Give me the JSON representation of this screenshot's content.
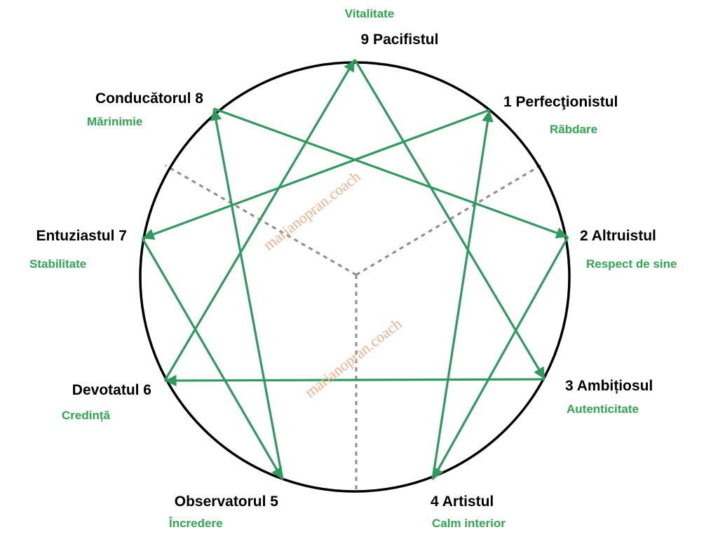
{
  "colors": {
    "arrow": "#2e9a5e",
    "virtue_text": "#2fa84f",
    "name_text": "#000000",
    "circle": "#000000",
    "guides": "#8c8c8c",
    "watermark": "#f2b08a"
  },
  "types": [
    {
      "num": 1,
      "name_label": "1 Perfecţionistul",
      "virtue": "Răbdare"
    },
    {
      "num": 2,
      "name_label": "2 Altruistul",
      "virtue": "Respect de sine"
    },
    {
      "num": 3,
      "name_label": "3 Ambițiosul",
      "virtue": "Autenticitate"
    },
    {
      "num": 4,
      "name_label": "4 Artistul",
      "virtue": "Calm interior"
    },
    {
      "num": 5,
      "name_label": "Observatorul 5",
      "virtue": "Încredere"
    },
    {
      "num": 6,
      "name_label": "Devotatul 6",
      "virtue": "Credință"
    },
    {
      "num": 7,
      "name_label": "Entuziastul 7",
      "virtue": "Stabilitate"
    },
    {
      "num": 8,
      "name_label": "Conducătorul 8",
      "virtue": "Mărinimie"
    },
    {
      "num": 9,
      "name_label": "9 Pacifistul",
      "virtue": "Vitalitate"
    }
  ],
  "arrows": [
    {
      "from": 1,
      "to": 7
    },
    {
      "from": 7,
      "to": 5
    },
    {
      "from": 5,
      "to": 8
    },
    {
      "from": 8,
      "to": 2
    },
    {
      "from": 2,
      "to": 4
    },
    {
      "from": 4,
      "to": 1
    },
    {
      "from": 9,
      "to": 3
    },
    {
      "from": 3,
      "to": 6
    },
    {
      "from": 6,
      "to": 9
    }
  ],
  "watermarks": [
    "marianopran.coach",
    "marianopran.coach"
  ]
}
